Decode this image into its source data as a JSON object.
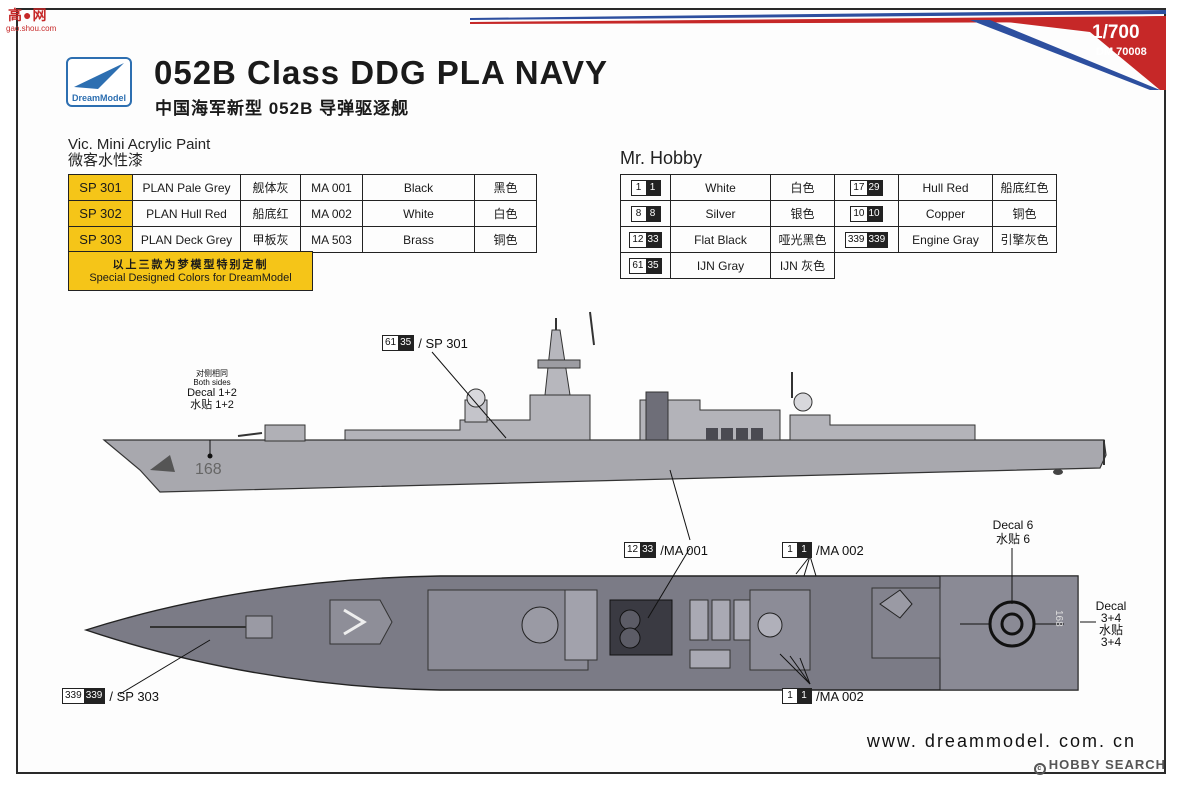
{
  "watermark_top": {
    "text": "高●网",
    "url": "gao.shou.com"
  },
  "watermark_bottom": {
    "text": "HOBBY SEARCH"
  },
  "header": {
    "brand": "DreamModel",
    "title": "052B Class DDG PLA NAVY",
    "subtitle": "中国海军新型 052B 导弹驱逐舰",
    "scale": "1/700",
    "code": "DM 70008"
  },
  "vic": {
    "heading_en": "Vic. Mini Acrylic Paint",
    "heading_cn": "微客水性漆",
    "rows": [
      {
        "code": "SP 301",
        "name": "PLAN Pale Grey",
        "cn": "舰体灰",
        "ma": "MA 001",
        "ma_name": "Black",
        "ma_cn": "黑色"
      },
      {
        "code": "SP 302",
        "name": "PLAN Hull Red",
        "cn": "船底红",
        "ma": "MA 002",
        "ma_name": "White",
        "ma_cn": "白色"
      },
      {
        "code": "SP 303",
        "name": "PLAN Deck Grey",
        "cn": "甲板灰",
        "ma": "MA 503",
        "ma_name": "Brass",
        "ma_cn": "铜色"
      }
    ],
    "note_cn": "以上三款为梦模型特别定制",
    "note_en": "Special Designed Colors for DreamModel"
  },
  "mr": {
    "heading": "Mr. Hobby",
    "rows": [
      [
        {
          "a": "1",
          "b": "1",
          "name": "White",
          "cn": "白色"
        },
        {
          "a": "17",
          "b": "29",
          "name": "Hull Red",
          "cn": "船底红色"
        }
      ],
      [
        {
          "a": "8",
          "b": "8",
          "name": "Silver",
          "cn": "银色"
        },
        {
          "a": "10",
          "b": "10",
          "name": "Copper",
          "cn": "铜色"
        }
      ],
      [
        {
          "a": "12",
          "b": "33",
          "name": "Flat Black",
          "cn": "哑光黑色"
        },
        {
          "a": "339",
          "b": "339",
          "name": "Engine Gray",
          "cn": "引擎灰色"
        }
      ],
      [
        {
          "a": "61",
          "b": "35",
          "name": "IJN Gray",
          "cn": "IJN 灰色"
        }
      ]
    ]
  },
  "callouts": {
    "side_paint": {
      "a": "61",
      "b": "35",
      "text": "/ SP 301"
    },
    "decal_side": {
      "tiny1": "对侧相同",
      "tiny2": "Both sides",
      "en": "Decal 1+2",
      "cn": "水贴 1+2"
    },
    "hull_number": "168",
    "flat_black": {
      "a": "12",
      "b": "33",
      "text": "/MA 001"
    },
    "white_top": {
      "a": "1",
      "b": "1",
      "text": "/MA 002"
    },
    "white_bottom": {
      "a": "1",
      "b": "1",
      "text": "/MA 002"
    },
    "deck": {
      "a": "339",
      "b": "339",
      "text": "/ SP 303"
    },
    "decal6": {
      "en": "Decal 6",
      "cn": "水贴 6"
    },
    "decal34": {
      "en": "Decal",
      "n": "3+4",
      "cn": "水贴",
      "n2": "3+4"
    }
  },
  "url": "www. dreammodel. com. cn",
  "colors": {
    "accent_red": "#c62828",
    "yellow": "#f5c518",
    "ship_grey": "#9a9aa0",
    "deck_grey": "#6e6e78"
  }
}
